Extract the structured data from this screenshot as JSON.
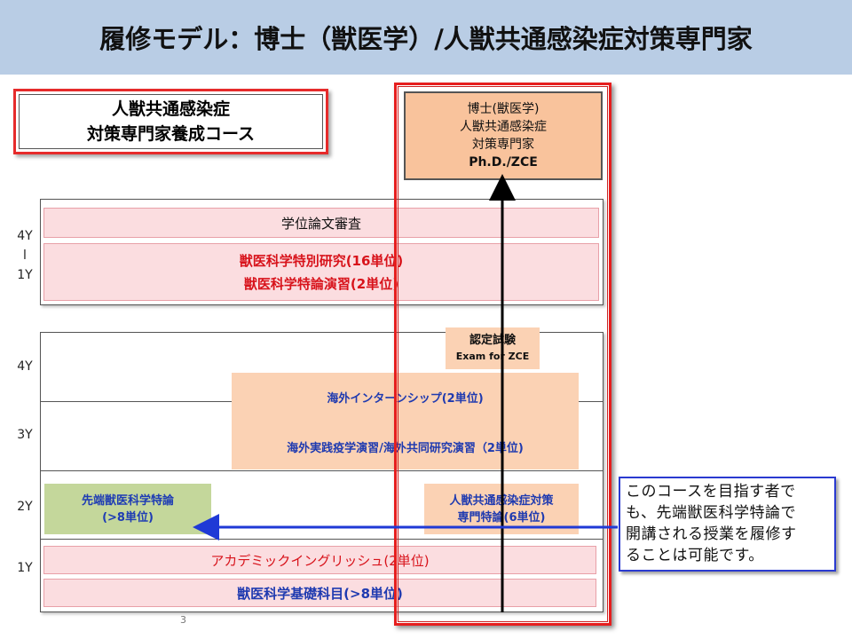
{
  "title": "履修モデル：博士（獣医学）/人獣共通感染症対策専門家",
  "course_box": {
    "line1": "人獣共通感染症",
    "line2": "対策専門家養成コース"
  },
  "upper_section": {
    "year_top": "4Y",
    "year_sep": "l",
    "year_bottom": "1Y",
    "thesis_review": "学位論文審査",
    "special_research": "獣医科学特別研究(16単位)",
    "special_seminar": "獣医科学特論演習(2単位)"
  },
  "lower_section": {
    "year_labels": [
      "4Y",
      "3Y",
      "2Y",
      "1Y"
    ],
    "certification_exam": {
      "line1": "認定試験",
      "line2": "Exam for ZCE"
    },
    "overseas_internship": "海外インターンシップ(2単位)",
    "overseas_practice": "海外実践疫学演習/海外共同研究演習（2単位)",
    "advanced_course": {
      "line1": "先端獣医科学特論",
      "line2": "(>8単位)"
    },
    "zoonosis_course": {
      "line1": "人獣共通感染症対策",
      "line2": "専門特論(6単位)"
    },
    "academic_english": "アカデミックイングリッシュ(2単位)",
    "basic_subjects": "獣医科学基礎科目(>8単位)"
  },
  "degree_box": {
    "line1": "博士(獣医学)",
    "line2": "人獣共通感染症",
    "line3": "対策専門家",
    "line4": "Ph.D./ZCE"
  },
  "callout": {
    "line1": "このコースを目指す者で",
    "line2": "も、先端獣医科学特論で",
    "line3": "開講される授業を履修す",
    "line4": "ることは可能です。"
  },
  "page_number": "3",
  "colors": {
    "title_bar": "#b9cde5",
    "red_frame": "#e61e1e",
    "pink_box": "#fbdde0",
    "orange_box": "#fbd2b4",
    "degree_box": "#f9c39c",
    "green_box": "#c4d79b",
    "blue_text": "#1f3ab0",
    "red_text": "#d8131b",
    "callout_border": "#2a3ad0"
  }
}
